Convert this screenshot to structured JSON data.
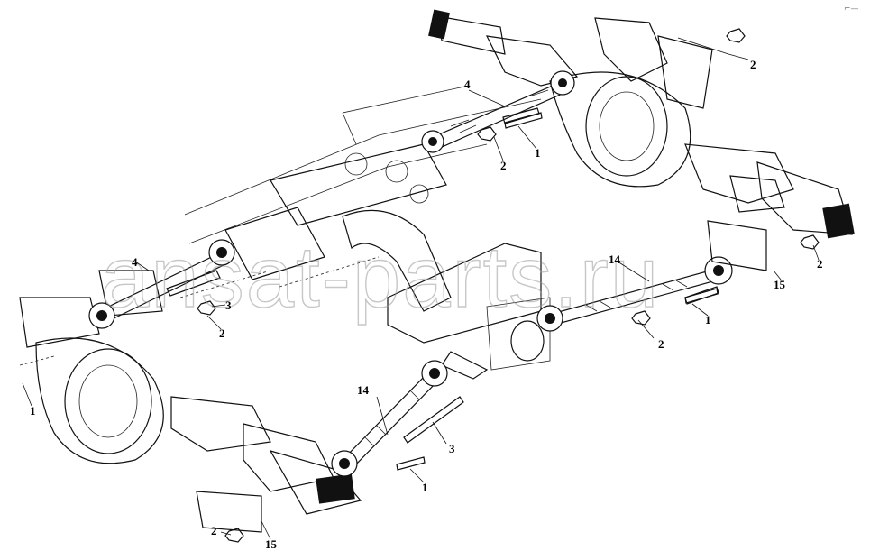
{
  "diagram": {
    "callouts": [
      {
        "id": "c-4-top",
        "text": "4"
      },
      {
        "id": "c-2-tr",
        "text": "2"
      },
      {
        "id": "c-2-mid",
        "text": "2"
      },
      {
        "id": "c-1-mid",
        "text": "1"
      },
      {
        "id": "c-4-left",
        "text": "4"
      },
      {
        "id": "c-3-left",
        "text": "3"
      },
      {
        "id": "c-2-left",
        "text": "2"
      },
      {
        "id": "c-1-left",
        "text": "1"
      },
      {
        "id": "c-14-right",
        "text": "14"
      },
      {
        "id": "c-15-right",
        "text": "15"
      },
      {
        "id": "c-2-right",
        "text": "2"
      },
      {
        "id": "c-1-right",
        "text": "1"
      },
      {
        "id": "c-2-center",
        "text": "2"
      },
      {
        "id": "c-14-low",
        "text": "14"
      },
      {
        "id": "c-3-low",
        "text": "3"
      },
      {
        "id": "c-1-low",
        "text": "1"
      },
      {
        "id": "c-2-bl",
        "text": "2"
      },
      {
        "id": "c-15-bl",
        "text": "15"
      }
    ],
    "watermark": "ansat-parts.ru",
    "corner_mark": "⌐—",
    "colors": {
      "line": "#111111",
      "watermark": "#9a9a9a",
      "background": "#ffffff"
    }
  }
}
